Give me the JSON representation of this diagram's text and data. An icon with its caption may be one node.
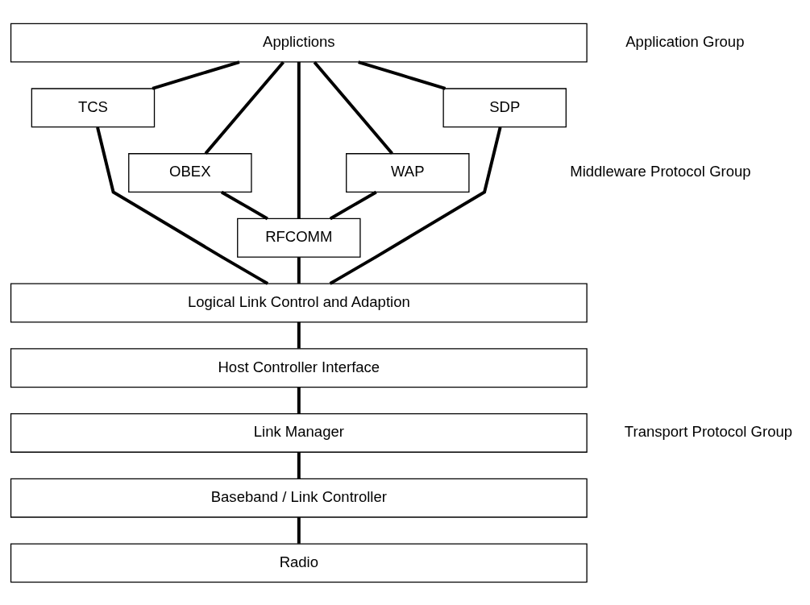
{
  "diagram": {
    "nodes": [
      {
        "text": [
          "Applictions"
        ]
      },
      {
        "text": [
          "TCS"
        ]
      },
      {
        "text": [
          "SDP"
        ]
      },
      {
        "text": [
          "OBEX"
        ]
      },
      {
        "text": [
          "WAP"
        ]
      },
      {
        "text": [
          "RFCOMM"
        ]
      },
      {
        "text": [
          "Logical Link Control and Adaption"
        ]
      },
      {
        "text": [
          "Host Controller Interface"
        ]
      },
      {
        "text": [
          "Link Manager"
        ]
      },
      {
        "text": [
          "Baseband / Link Controller"
        ]
      },
      {
        "text": [
          "Radio"
        ]
      }
    ],
    "edges": [
      {
        "from": 0,
        "to": 1,
        "arrow": "none"
      },
      {
        "from": 0,
        "to": 3,
        "arrow": "none"
      },
      {
        "from": 0,
        "to": 5,
        "arrow": "none"
      },
      {
        "from": 0,
        "to": 4,
        "arrow": "none"
      },
      {
        "from": 0,
        "to": 2,
        "arrow": "none"
      },
      {
        "from": 1,
        "to": 6,
        "arrow": "none"
      },
      {
        "from": 3,
        "to": 5,
        "arrow": "none"
      },
      {
        "from": 4,
        "to": 5,
        "arrow": "none"
      },
      {
        "from": 5,
        "to": 6,
        "arrow": "none"
      },
      {
        "from": 2,
        "to": 6,
        "arrow": "none"
      },
      {
        "from": 6,
        "to": 7,
        "arrow": "none"
      },
      {
        "from": 7,
        "to": 8,
        "arrow": "none"
      },
      {
        "from": 8,
        "to": 9,
        "arrow": "none"
      },
      {
        "from": 9,
        "to": 10,
        "arrow": "none"
      }
    ],
    "labels": [
      "Application Group",
      "Middleware Protocol Group",
      "Transport Protocol Group"
    ]
  }
}
